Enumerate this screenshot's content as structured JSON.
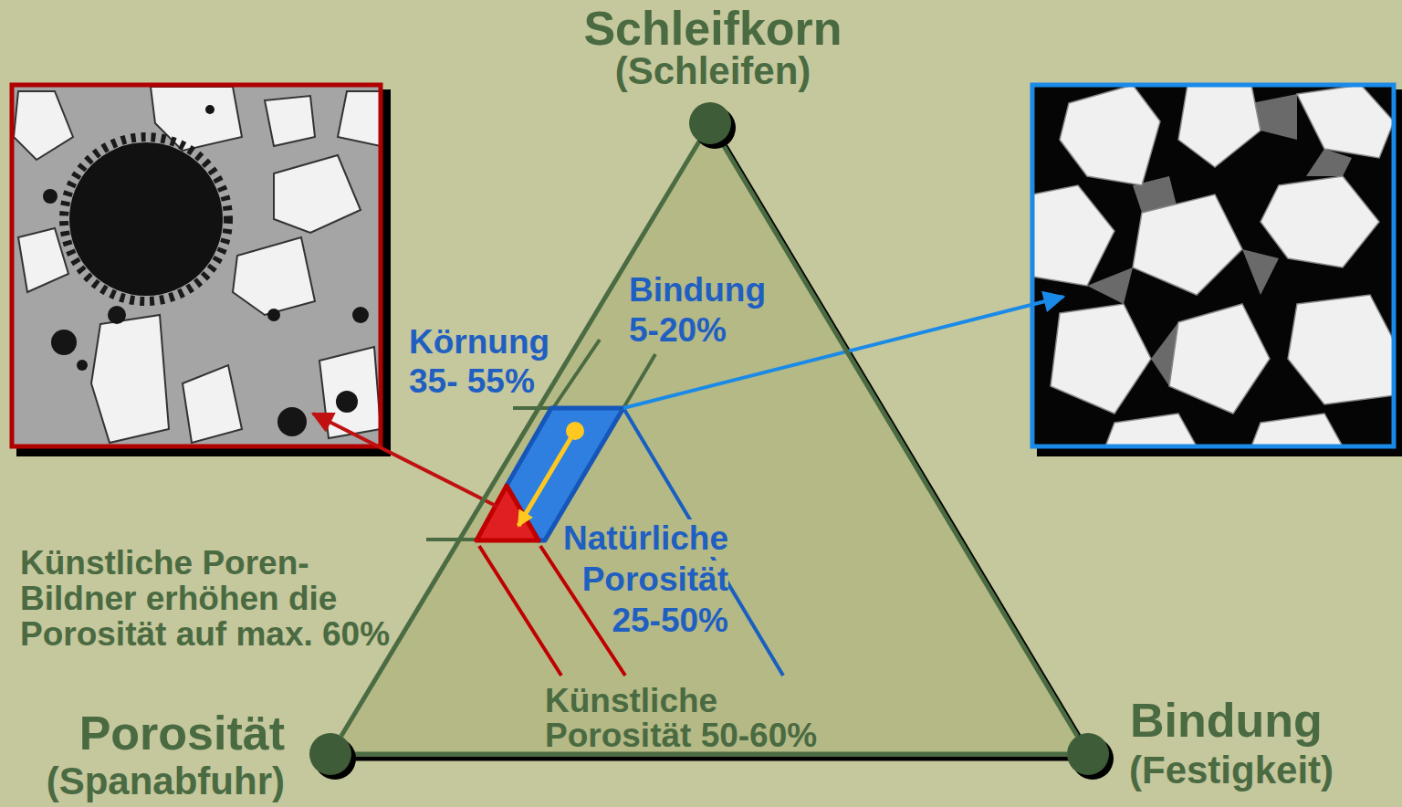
{
  "diagram": {
    "nodes": [
      {
        "text": [
          "Schleifkorn",
          "(Schleifen)"
        ]
      },
      {
        "text": [
          "Porosität",
          "(Spanabfuhr)"
        ]
      },
      {
        "text": [
          "Bindung",
          "(Festigkeit)"
        ]
      }
    ],
    "edges": [
      {
        "from": 0,
        "to": 1,
        "arrow": "none"
      },
      {
        "from": 0,
        "to": 2,
        "arrow": "none"
      },
      {
        "from": 1,
        "to": 2,
        "arrow": "none"
      }
    ],
    "labels": [
      "Bindung 5-20%",
      "Körnung 35- 55%",
      "Natürliche Porosität 25-50%",
      "Künstliche Poren-Bildner erhöhen die Porosität auf max. 60%",
      "Künstliche Porosität 50-60%"
    ]
  }
}
